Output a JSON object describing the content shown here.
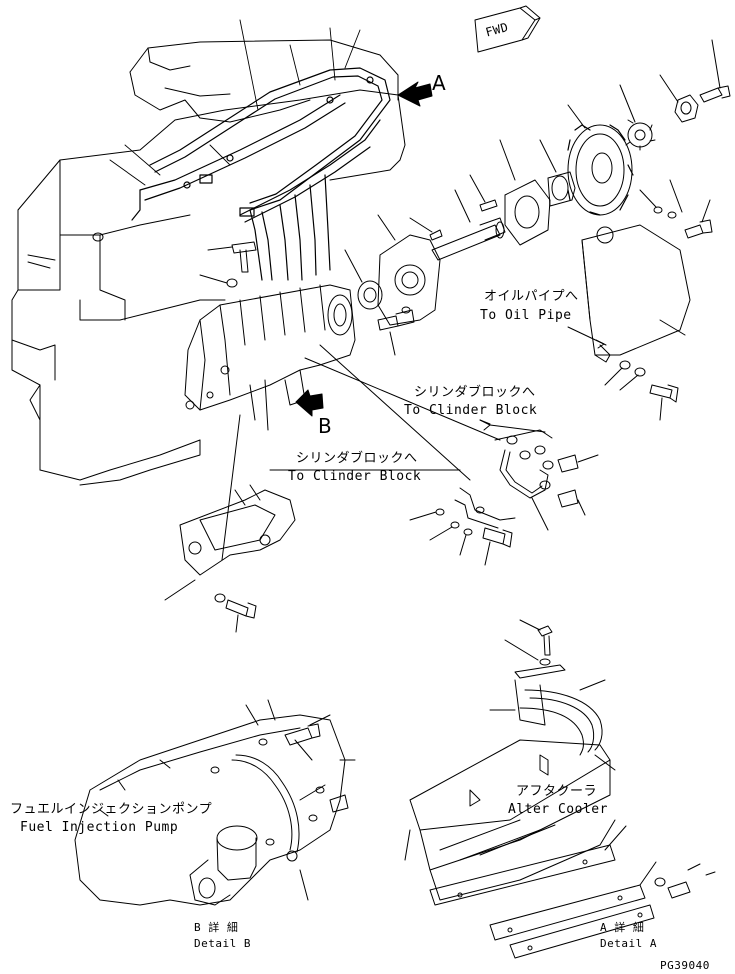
{
  "fwd_label": "FWD",
  "view_markers": {
    "a": "A",
    "b": "B"
  },
  "labels": {
    "oil_pipe_jp": "オイルパイプへ",
    "oil_pipe_en": "To Oil Pipe",
    "cyl_block_1_jp": "シリンダブロックへ",
    "cyl_block_1_en": "To Clinder Block",
    "cyl_block_2_jp": "シリンダブロックへ",
    "cyl_block_2_en": "To Clinder Block",
    "fuel_pump_jp": "フュエルインジェクションポンプ",
    "fuel_pump_en": "Fuel Injection Pump",
    "after_cooler_jp": "アフタクーラ",
    "after_cooler_en": "Alter Cooler",
    "detail_b_jp": "B 詳 細",
    "detail_b_en": "Detail B",
    "detail_a_jp": "A 詳 細",
    "detail_a_en": "Detail A"
  },
  "drawing_number": "PG39040"
}
